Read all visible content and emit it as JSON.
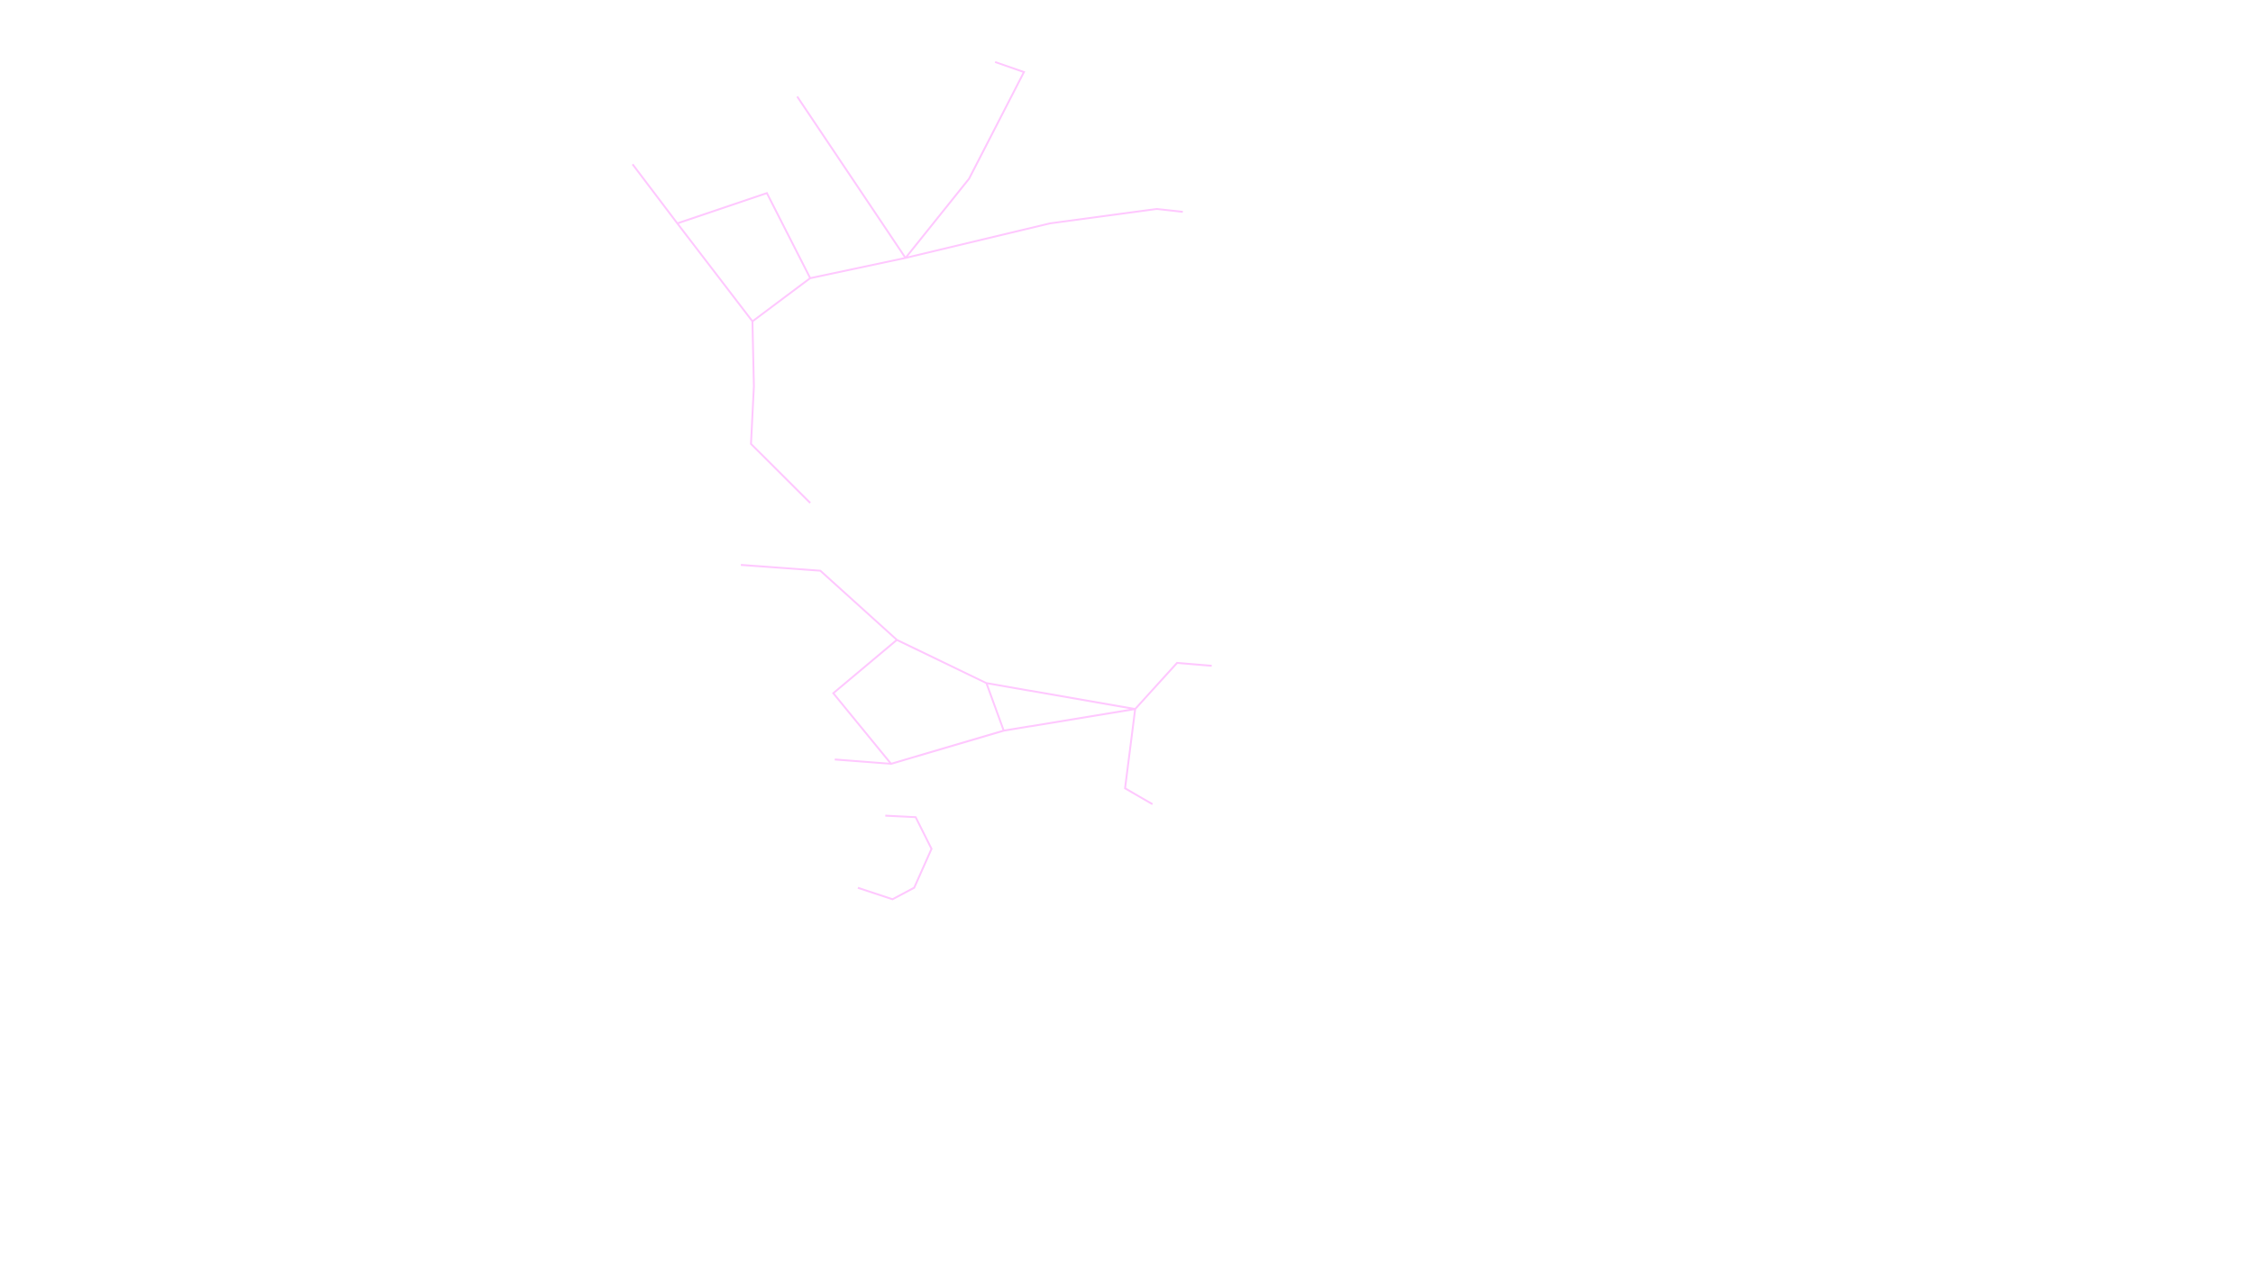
{
  "diagram": {
    "stroke_color": "#ffc8ff",
    "background_color": "#ffffff",
    "fragments": [
      "upper-skeleton",
      "lower-skeleton",
      "small-chain"
    ]
  }
}
